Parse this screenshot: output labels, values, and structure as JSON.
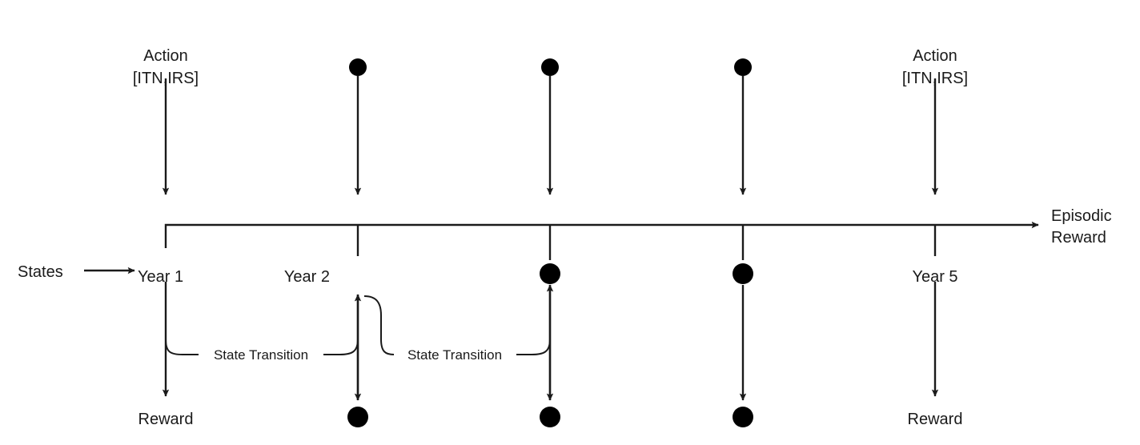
{
  "figure": {
    "type": "mdp-timeline-diagram",
    "background_color": "#ffffff",
    "line_color": "#1a1a1a",
    "dot_color": "#000000"
  },
  "labels": {
    "states": "States",
    "action_title": "Action",
    "action_detail": "[ITN,IRS]",
    "episodic_line1": "Episodic",
    "episodic_line2": "Reward",
    "reward": "Reward",
    "state_transition": "State Transition"
  },
  "timeline": {
    "states_row": [
      {
        "label": "Year 1",
        "visible": true
      },
      {
        "label": "Year 2",
        "visible": true
      },
      {
        "label": "",
        "visible": false
      },
      {
        "label": "",
        "visible": false
      },
      {
        "label": "Year 5",
        "visible": true
      }
    ],
    "action_row": [
      {
        "shown_as": "text",
        "title": "Action",
        "detail": "[ITN,IRS]"
      },
      {
        "shown_as": "dot"
      },
      {
        "shown_as": "dot"
      },
      {
        "shown_as": "dot"
      },
      {
        "shown_as": "text",
        "title": "Action",
        "detail": "[ITN,IRS]"
      }
    ],
    "reward_row": [
      {
        "shown_as": "text",
        "label": "Reward"
      },
      {
        "shown_as": "dot"
      },
      {
        "shown_as": "dot"
      },
      {
        "shown_as": "dot"
      },
      {
        "shown_as": "text",
        "label": "Reward"
      }
    ],
    "state_dots": [
      {
        "shown_as": "none"
      },
      {
        "shown_as": "none"
      },
      {
        "shown_as": "dot"
      },
      {
        "shown_as": "dot"
      },
      {
        "shown_as": "none"
      }
    ],
    "transitions": [
      {
        "label": "State Transition",
        "from_column": 1,
        "to_column": 2
      },
      {
        "label": "State Transition",
        "from_column": 2,
        "to_column": 3
      }
    ]
  }
}
